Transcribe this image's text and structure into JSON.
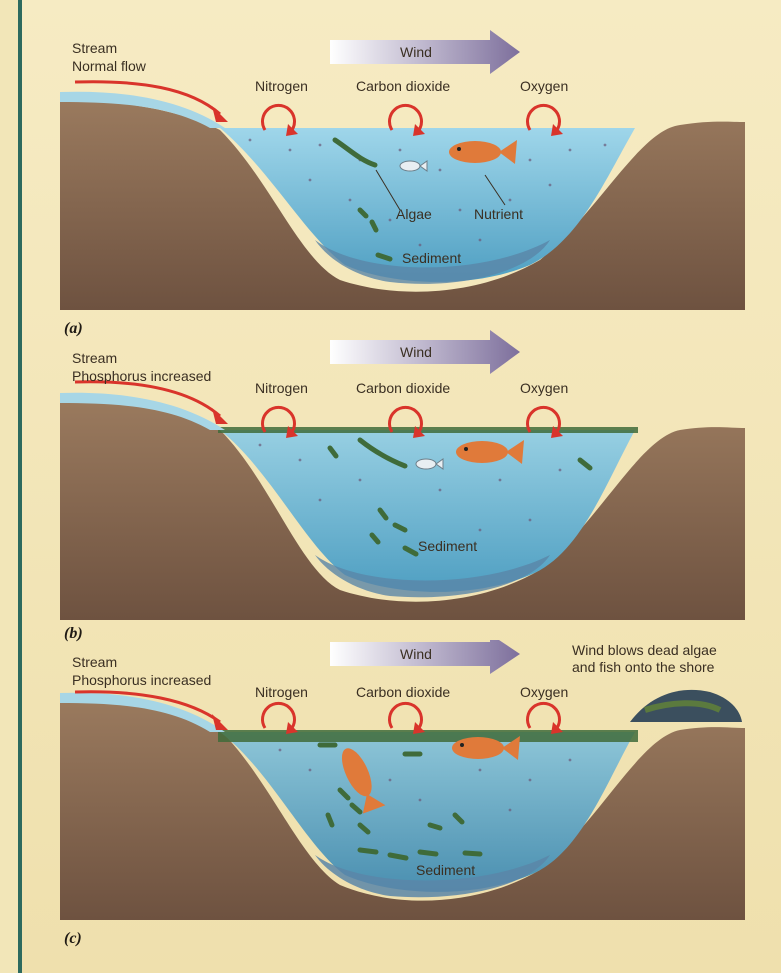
{
  "panels": [
    {
      "letter": "(a)",
      "stream": "Stream",
      "stream_note": "Normal flow",
      "wind": "Wind",
      "gases": [
        "Nitrogen",
        "Carbon dioxide",
        "Oxygen"
      ],
      "callouts": [
        "Algae",
        "Nutrient"
      ],
      "sediment": "Sediment"
    },
    {
      "letter": "(b)",
      "stream": "Stream",
      "stream_note": "Phosphorus increased",
      "wind": "Wind",
      "gases": [
        "Nitrogen",
        "Carbon dioxide",
        "Oxygen"
      ],
      "sediment": "Sediment"
    },
    {
      "letter": "(c)",
      "stream": "Stream",
      "stream_note": "Phosphorus increased",
      "wind": "Wind",
      "gases": [
        "Nitrogen",
        "Carbon dioxide",
        "Oxygen"
      ],
      "sediment": "Sediment",
      "shore_note_line1": "Wind blows dead algae",
      "shore_note_line2": "and fish onto the shore"
    }
  ],
  "colors": {
    "background": "#f2e6b8",
    "soil": "#8a6a52",
    "water": "#7fc3db",
    "algae": "#3f6b3a",
    "fish": "#e07a3a",
    "arrow_red": "#d9342b",
    "wind_arrow": "#8a7fa6"
  }
}
